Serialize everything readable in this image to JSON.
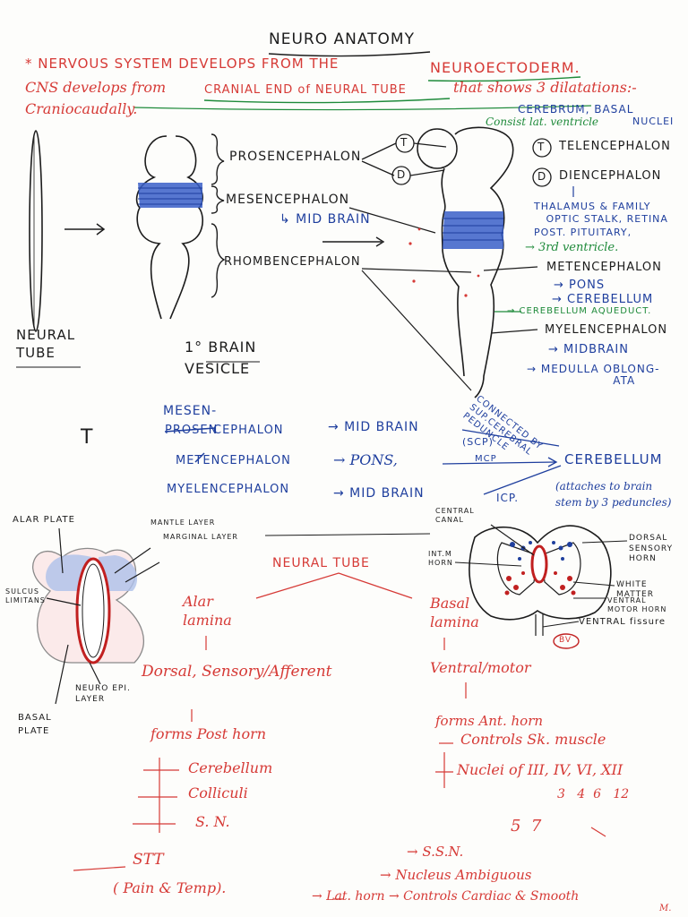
{
  "colors": {
    "red": "#d63a36",
    "black": "#1c1c1c",
    "blue": "#1f3f9e",
    "green": "#1e8a3a",
    "band": "#3a5fc8"
  },
  "title": "NEURO ANATOMY",
  "intro": {
    "line1_a": "* NERVOUS SYSTEM DEVELOPS FROM THE",
    "line1_b": "NEUROECTODERM.",
    "line2_a": "CNS develops from",
    "line2_b": "CRANIAL END of NEURAL TUBE",
    "line2_c": "that shows 3 dilatations:-",
    "line3": "Craniocaudally."
  },
  "diagram1": {
    "neural_tube": "NEURAL\nTUBE",
    "primary_vesicle": "1° BRAIN\nVESICLE",
    "prosencephalon": "PROSENCEPHALON",
    "mesencephalon": "MESENCEPHALON",
    "midbrain": "↳ MID BRAIN",
    "rhombencephalon": "RHOMBENCEPHALON",
    "t_mark": "T",
    "d_mark": "D",
    "cerebrum": "CEREBRUM, BASAL",
    "consist": "Consist lat. ventricle",
    "nuclei": "NUCLEI",
    "telencephalon": "TELENCEPHALON",
    "diencephalon": "DIENCEPHALON",
    "thalamus": "THALAMUS & FAMILY\n   OPTIC STALK, RETINA\nPOST. PITUITARY,",
    "third_ventricle": "→ 3rd ventricle.",
    "metencephalon": "METENCEPHALON",
    "pons": "→ PONS",
    "cerebellum": "→ CEREBELLUM",
    "cerebellum_aqueduct": "→ CEREBELLUM AQUEDUCT.",
    "myelencephalon": "MYELENCEPHALON",
    "midbrain2": "→ MIDBRAIN",
    "medulla": "→ MEDULLA OBLONG-\n                    ATA"
  },
  "section2": {
    "t_mark": "T",
    "mesen": "MESEN-",
    "prosen_struck": "PROSEN",
    "cephalon": "CEPHALON",
    "mid_brain": "→ MID BRAIN",
    "metencephalon": "METENCEPHALON",
    "pons": "→ PONS,",
    "mcp": "MCP",
    "myelencephalon": "MYELENCEPHALON",
    "mid_brain2": "→ MID BRAIN",
    "icp": "ICP.",
    "connected": "CONNECTED BY\nSUP.CEREBRAL\nPEDUNCLE",
    "scp": "(SCP)",
    "cerebellum": "CEREBELLUM",
    "attaches": "(attaches to brain\nstem by 3 peduncles)"
  },
  "diagram2": {
    "alar_plate": "ALAR PLATE",
    "sulcus": "SULCUS\nLIMITANS",
    "mantle": "MANTLE LAYER",
    "marginal": "MARGINAL LAYER",
    "neuroepi": "NEURO EPI.\nLAYER",
    "basal_plate": "BASAL\nPLATE",
    "central_canal": "CENTRAL\nCANAL",
    "intm_horn": "INT.M\nHORN",
    "dorsal_horn": "DORSAL\nSENSORY\nHORN",
    "white_matter": "WHITE\nMATTER",
    "ventral_horn": "VENTRAL\nMOTOR HORN",
    "ventral_fissure": "VENTRAL fissure",
    "bv": "BV"
  },
  "section3": {
    "neural_tube": "NEURAL TUBE",
    "alar": "Alar\nlamina",
    "basal": "Basal\nlamina",
    "dorsal": "Dorsal, Sensory/Afferent",
    "ventral": "Ventral/motor",
    "forms_post": "forms Post horn",
    "forms_ant": "forms Ant. horn",
    "controls_sk": "Controls Sk. muscle",
    "nuclei": "Nuclei of III, IV, VI, XII",
    "nuclei_nums": "3   4  6   12",
    "cerebellum": "Cerebellum",
    "colliculi": "Colliculi",
    "sn": "S. N.",
    "five_seven": "5  7",
    "stt": "STT",
    "pain_temp": "( Pain & Temp).",
    "ssn": "→ S.S.N.",
    "nucleus_amb": "→ Nucleus Ambiguous",
    "lat_horn": "→ Lat. horn → Controls Cardiac & Smooth",
    "mu": "M."
  }
}
